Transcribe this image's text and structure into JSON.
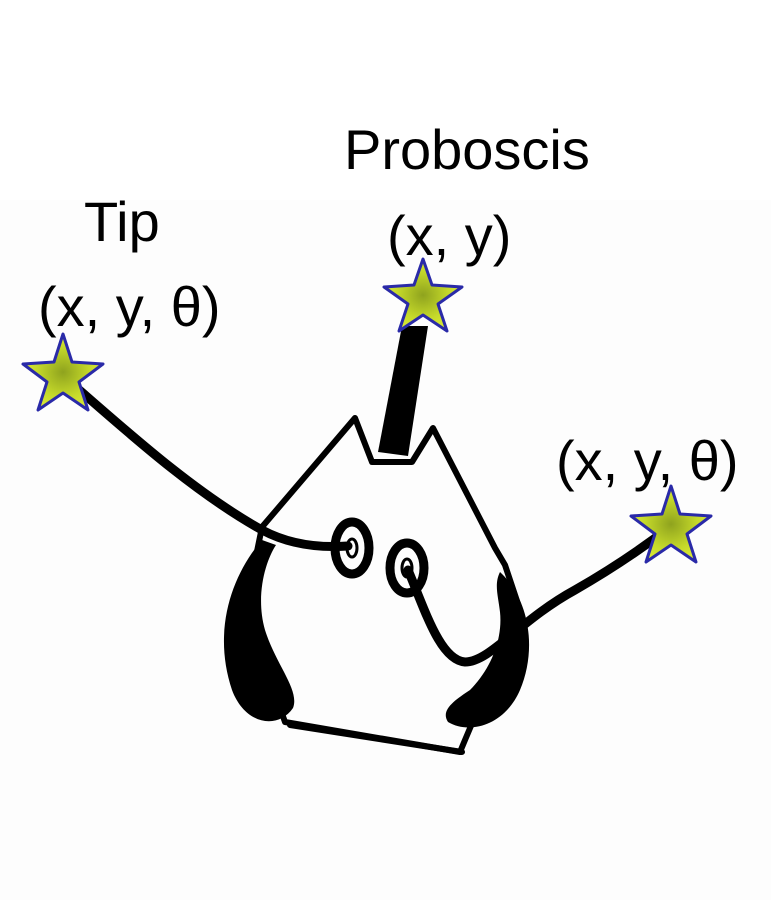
{
  "labels": {
    "proboscis_title": "Proboscis",
    "proboscis_coords": "(x, y)",
    "tip_title": "Tip",
    "tip_coords": "(x, y, θ)",
    "right_coords": "(x, y, θ)"
  },
  "colors": {
    "star_fill": "#d9ea2f",
    "star_outline": "#2a2aa8",
    "ink": "#000000",
    "background": "#ffffff"
  },
  "markers": {
    "proboscis_marker_icon": "star-icon",
    "left_tip_marker_icon": "star-icon",
    "right_tip_marker_icon": "star-icon"
  }
}
